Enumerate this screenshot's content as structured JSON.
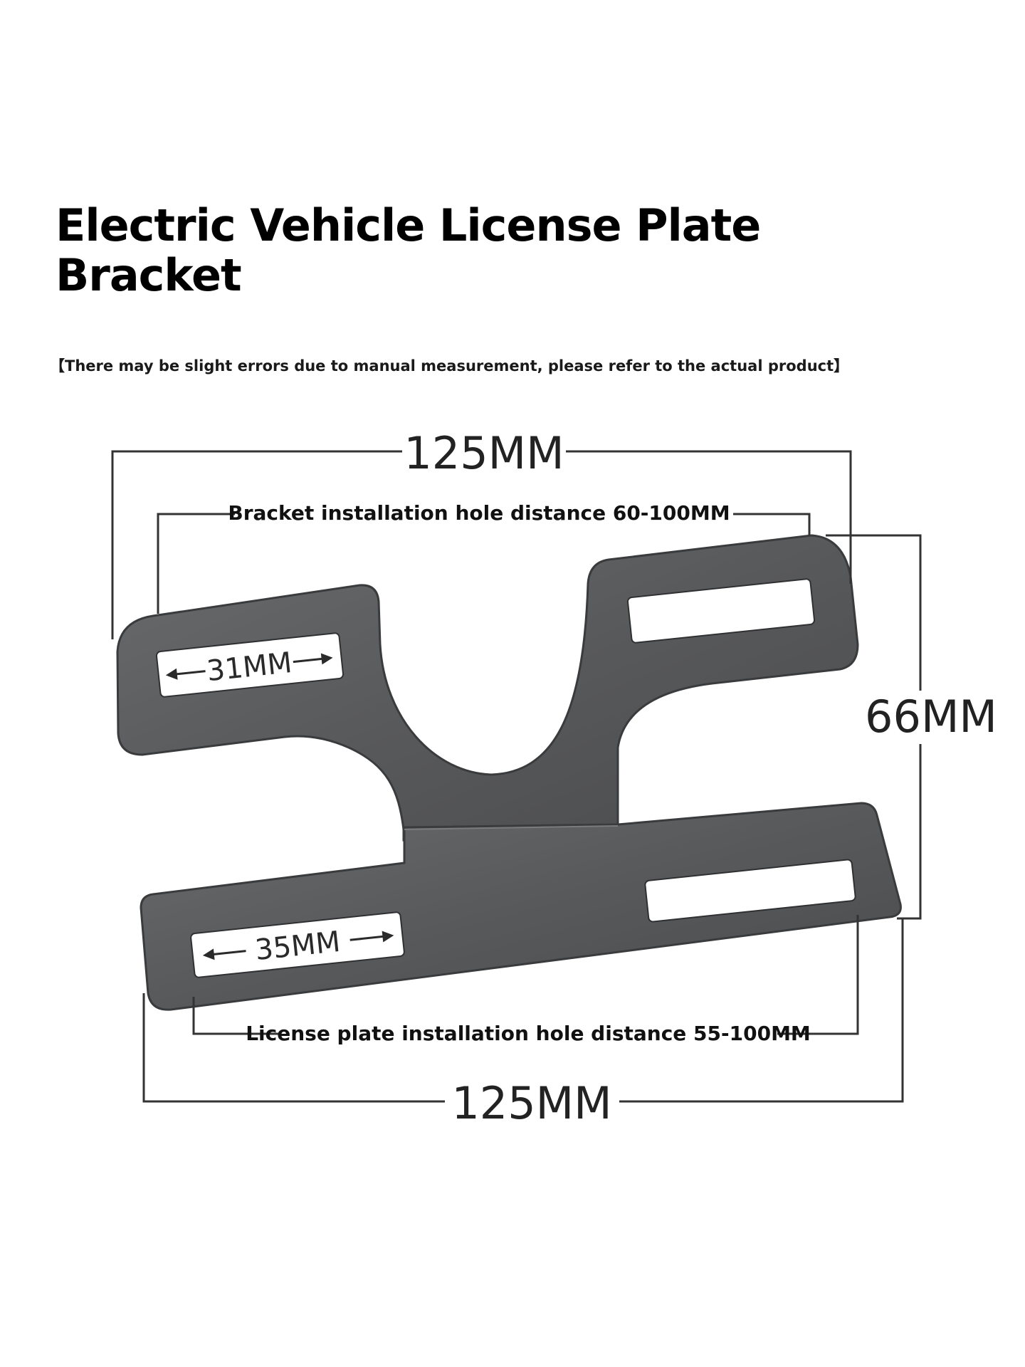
{
  "title_line1": "Electric Vehicle License Plate",
  "title_line2": "Bracket",
  "note": "【There may be slight errors due to manual measurement, please refer to the actual product】",
  "dimensions": {
    "top_width": "125MM",
    "bracket_hole_distance": "Bracket installation hole distance 60-100MM",
    "height": "66MM",
    "upper_slot": "31MM",
    "lower_slot": "35MM",
    "plate_hole_distance": "License plate installation hole distance 55-100MM",
    "bottom_width": "125MM"
  },
  "colors": {
    "bracket": "#58595b",
    "bracket_edge": "#3a3b3d",
    "line": "#333333"
  }
}
